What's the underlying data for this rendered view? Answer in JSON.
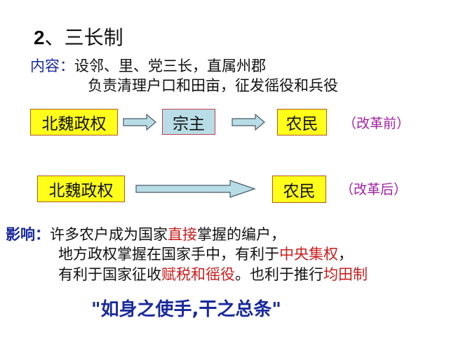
{
  "title": {
    "number": "2",
    "separator": "、",
    "text": "三长制"
  },
  "content": {
    "label": "内容：",
    "line1": "设邻、里、党三长，直属州郡",
    "line2": "负责清理户口和田亩，征发徭役和兵役"
  },
  "flow_before": {
    "nodes": [
      {
        "label": "北魏政权",
        "fill": "#ffff1a"
      },
      {
        "label": "宗主",
        "fill": "#b8dde6"
      },
      {
        "label": "农民",
        "fill": "#ffff1a"
      }
    ],
    "note": "（改革前）"
  },
  "flow_after": {
    "nodes": [
      {
        "label": "北魏政权",
        "fill": "#ffff1a"
      },
      {
        "label": "农民",
        "fill": "#ffff1a"
      }
    ],
    "note": "（改革后）"
  },
  "impact": {
    "label": "影响：",
    "lines": [
      [
        {
          "text": "许多农户成为国家",
          "highlight": false
        },
        {
          "text": "直接",
          "highlight": true
        },
        {
          "text": "掌握的编户，",
          "highlight": false
        }
      ],
      [
        {
          "text": "地方政权掌握在国家手中，有利于",
          "highlight": false
        },
        {
          "text": "中央集权",
          "highlight": true
        },
        {
          "text": "，",
          "highlight": false
        }
      ],
      [
        {
          "text": "有利于国家征收",
          "highlight": false
        },
        {
          "text": "赋税和徭役",
          "highlight": true
        },
        {
          "text": "。也利于推行",
          "highlight": false
        },
        {
          "text": "均田制",
          "highlight": true
        }
      ]
    ]
  },
  "quote": "\"如身之使手,干之总条\"",
  "colors": {
    "label_blue": "#1a2a9c",
    "highlight_red": "#c81e1e",
    "note_purple": "#a020a0",
    "box_yellow": "#ffff1a",
    "box_blue": "#b8dde6",
    "arrow_fill": "#b8dde6"
  }
}
